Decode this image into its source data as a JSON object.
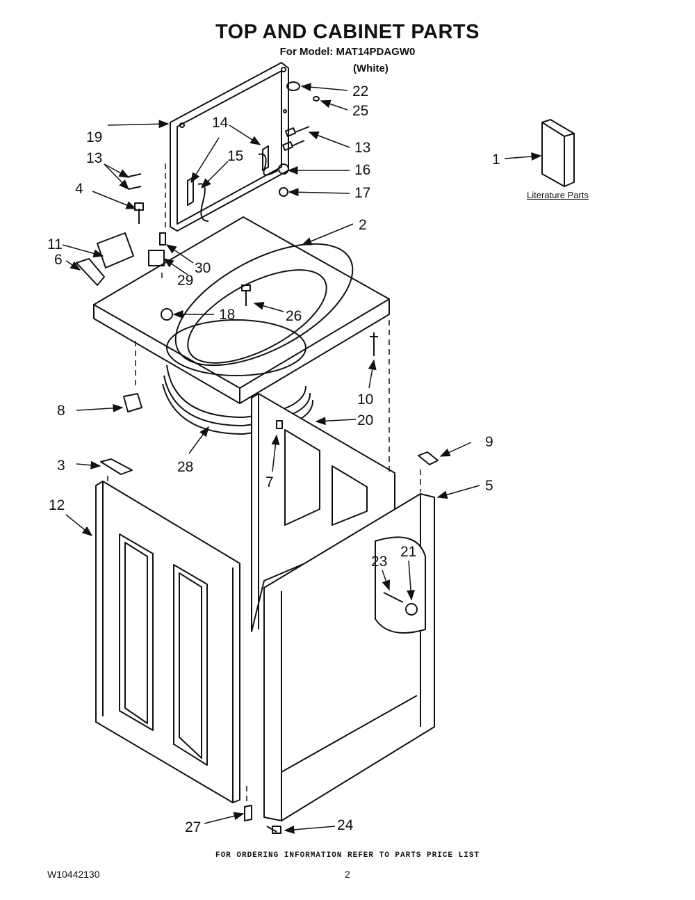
{
  "header": {
    "title": "TOP AND CABINET PARTS",
    "model_line": "For Model: MAT14PDAGW0",
    "color": "(White)"
  },
  "literature": {
    "label": "Literature Parts"
  },
  "callouts": [
    "1",
    "2",
    "3",
    "4",
    "5",
    "6",
    "7",
    "8",
    "9",
    "10",
    "11",
    "12",
    "13",
    "13",
    "14",
    "15",
    "16",
    "17",
    "18",
    "19",
    "20",
    "21",
    "22",
    "23",
    "24",
    "25",
    "26",
    "27",
    "28",
    "29",
    "30"
  ],
  "footer": {
    "note": "FOR ORDERING INFORMATION REFER TO PARTS PRICE LIST",
    "doc_number": "W10442130",
    "page_number": "2"
  }
}
